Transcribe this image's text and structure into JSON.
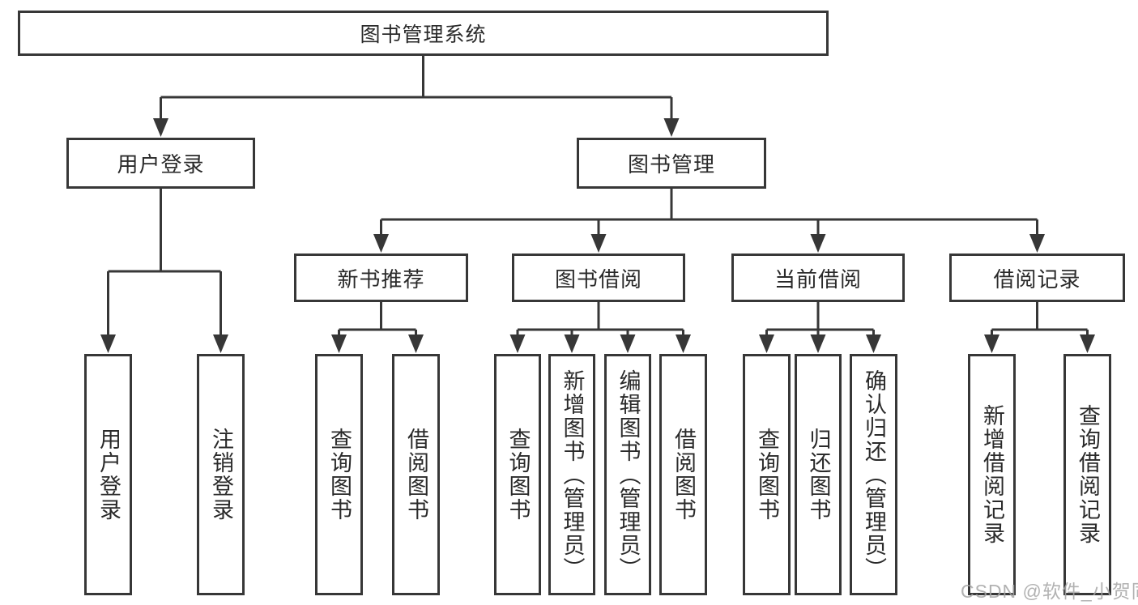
{
  "title": "图书管理系统",
  "tree": {
    "root": {
      "label": "图书管理系统"
    },
    "branches": [
      {
        "label": "用户登录",
        "children": [
          {
            "label": "用户登录"
          },
          {
            "label": "注销登录"
          }
        ]
      },
      {
        "label": "图书管理",
        "groups": [
          {
            "label": "新书推荐",
            "children": [
              {
                "label": "查询图书"
              },
              {
                "label": "借阅图书"
              }
            ]
          },
          {
            "label": "图书借阅",
            "children": [
              {
                "label": "查询图书"
              },
              {
                "label": "新增图书（管理员）"
              },
              {
                "label": "编辑图书（管理员）"
              },
              {
                "label": "借阅图书"
              }
            ]
          },
          {
            "label": "当前借阅",
            "children": [
              {
                "label": "查询图书"
              },
              {
                "label": "归还图书"
              },
              {
                "label": "确认归还（管理员）"
              }
            ]
          },
          {
            "label": "借阅记录",
            "children": [
              {
                "label": "新增借阅记录"
              },
              {
                "label": "查询借阅记录"
              }
            ]
          }
        ]
      }
    ]
  },
  "watermark": "CSDN @软件_小贺同学",
  "colors": {
    "line": "#373737",
    "border": "#373737",
    "text": "#2a2a2a",
    "box_bg": "#ffffff",
    "watermark": "#a4a4a4"
  }
}
